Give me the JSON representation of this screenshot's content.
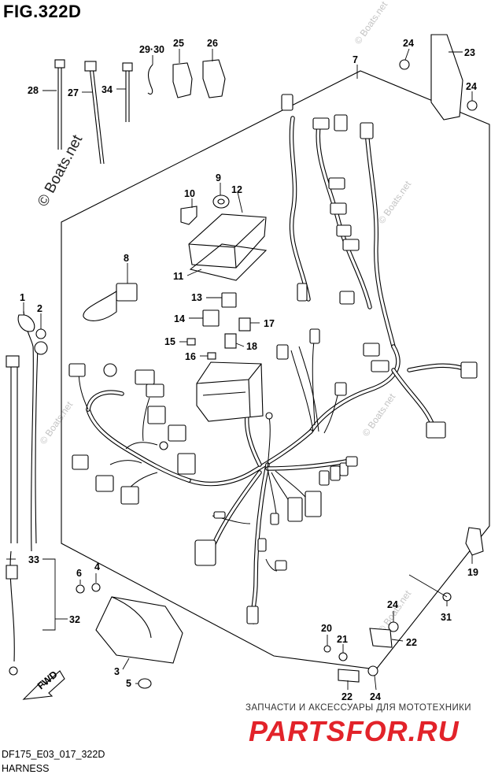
{
  "figure": {
    "title": "FIG.322D",
    "code": "DF175_E03_017_322D",
    "name": "HARNESS"
  },
  "watermarks": {
    "main": "© Boats.net",
    "faint": "© Boats.net"
  },
  "branding": {
    "tagline": "ЗАПЧАСТИ И АКСЕССУАРЫ ДЛЯ МОТОТЕХНИКИ",
    "logo": "PARTSFOR.RU",
    "logo_color": "#e2232a"
  },
  "fwd_label": "FWD",
  "callouts": [
    "1",
    "2",
    "3",
    "4",
    "5",
    "6",
    "7",
    "8",
    "9",
    "10",
    "11",
    "12",
    "13",
    "14",
    "15",
    "16",
    "17",
    "18",
    "19",
    "20",
    "21",
    "22",
    "22",
    "23",
    "24",
    "24",
    "24",
    "24",
    "25",
    "26",
    "27",
    "28",
    "29·30",
    "31",
    "32",
    "33",
    "34"
  ]
}
